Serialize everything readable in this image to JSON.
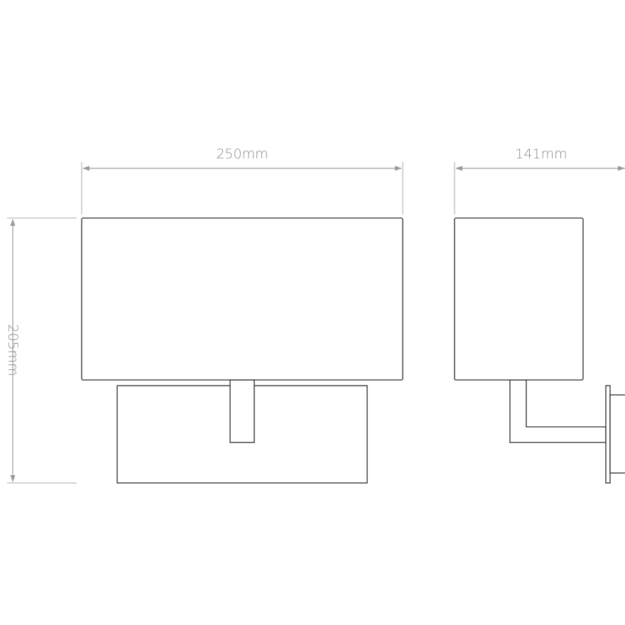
{
  "dimensions": {
    "width": "250mm",
    "depth": "141mm",
    "height": "205mm"
  },
  "colors": {
    "background": "#ffffff",
    "outline": "#2a2a2a",
    "dimension": "#9a9a9a",
    "dimension_text": "#8a8a8a"
  }
}
